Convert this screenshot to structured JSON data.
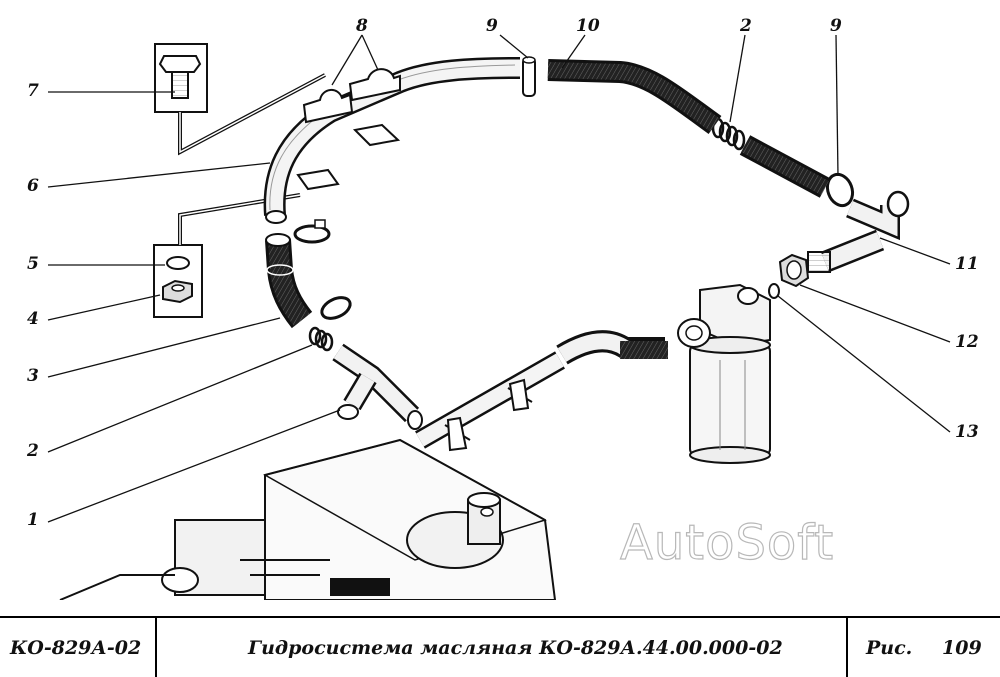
{
  "labels": [
    "1",
    "2",
    "3",
    "4",
    "5",
    "6",
    "7",
    "8",
    "9",
    "10",
    "2",
    "9",
    "11",
    "12",
    "13"
  ],
  "watermark": "AutoSoft",
  "title_block": {
    "model": "КО-829А-02",
    "title": "Гидросистема масляная КО-829А.44.00.000-02",
    "fig_label": "Рис.",
    "fig_number": "109"
  }
}
